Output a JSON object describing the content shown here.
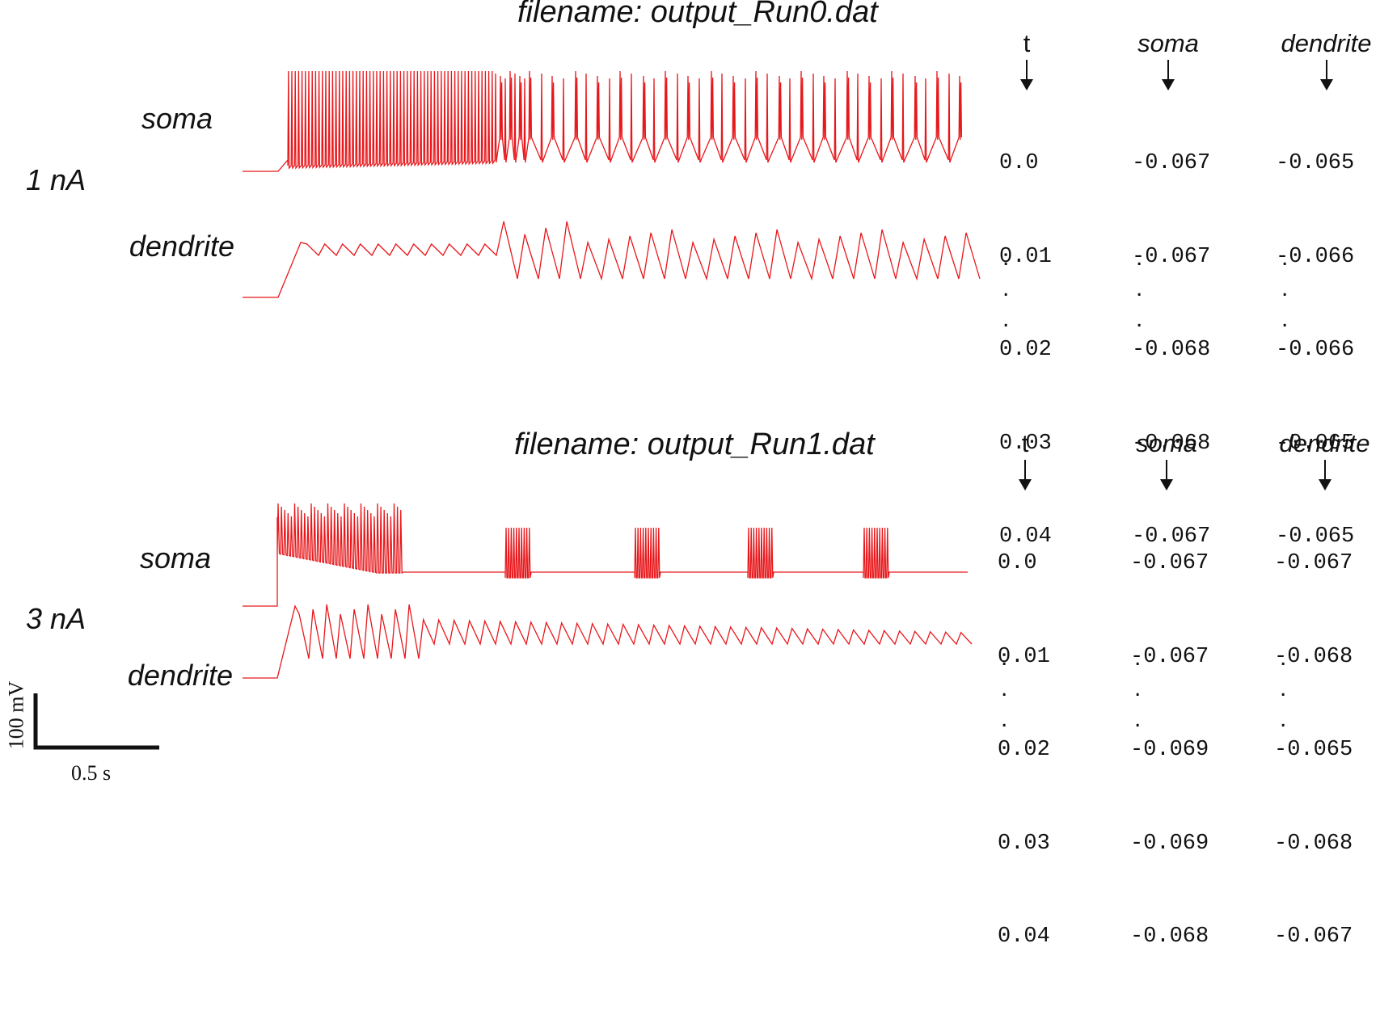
{
  "panels": [
    {
      "filename": "filename: output_Run0.dat",
      "current": "1 nA",
      "soma_label": "soma",
      "dendrite_label": "dendrite",
      "columns": {
        "t": "t",
        "soma": "soma",
        "dendrite": "dendrite"
      },
      "rows": {
        "t": [
          "0.0",
          "0.01",
          "0.02",
          "0.03",
          "0.04"
        ],
        "soma": [
          "-0.067",
          "-0.067",
          "-0.068",
          "-0.068",
          "-0.067"
        ],
        "dendrite": [
          "-0.065",
          "-0.066",
          "-0.066",
          "-0.065",
          "-0.065"
        ]
      },
      "ellipsis": ".",
      "trace_color": "#e8171b",
      "mode": "tonic"
    },
    {
      "filename": "filename: output_Run1.dat",
      "current": "3 nA",
      "soma_label": "soma",
      "dendrite_label": "dendrite",
      "columns": {
        "t": "t",
        "soma": "soma",
        "dendrite": "dendrite"
      },
      "rows": {
        "t": [
          "0.0",
          "0.01",
          "0.02",
          "0.03",
          "0.04"
        ],
        "soma": [
          "-0.067",
          "-0.067",
          "-0.069",
          "-0.069",
          "-0.068"
        ],
        "dendrite": [
          "-0.067",
          "-0.068",
          "-0.065",
          "-0.068",
          "-0.067"
        ]
      },
      "ellipsis": ".",
      "trace_color": "#e8171b",
      "mode": "burst"
    }
  ],
  "scalebar": {
    "y_label": "100 mV",
    "x_label": "0.5 s"
  }
}
